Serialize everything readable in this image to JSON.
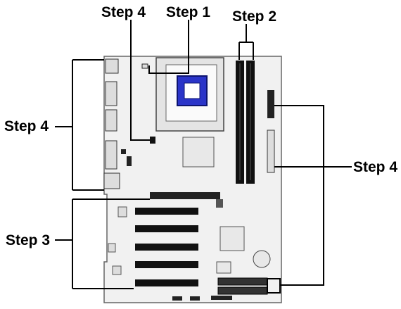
{
  "labels": {
    "step1_top": "Step 1",
    "step2_top": "Step 2",
    "step4_top": "Step 4",
    "step4_left": "Step 4",
    "step4_right": "Step 4",
    "step3_left": "Step 3"
  },
  "colors": {
    "board": "#f2f2f2",
    "board_outline": "#555555",
    "cpu_socket_blue": "#2a34c8",
    "dark_component": "#111111",
    "line": "#000000"
  }
}
